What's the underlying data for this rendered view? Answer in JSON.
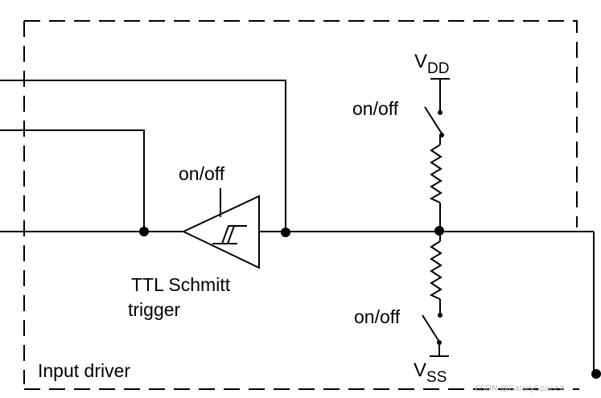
{
  "labels": {
    "vdd_main": "V",
    "vdd_sub": "DD",
    "vss_main": "V",
    "vss_sub": "SS",
    "switch_top": "on/off",
    "switch_bottom": "on/off",
    "schmitt_enable": "on/off",
    "schmitt_line1": "TTL Schmitt",
    "schmitt_line2": "trigger",
    "block": "Input driver"
  },
  "watermark": "CSDN @GalarySpaceX",
  "colors": {
    "line": "#000000",
    "background": "#ffffff",
    "watermark": "#b8b8b8"
  }
}
